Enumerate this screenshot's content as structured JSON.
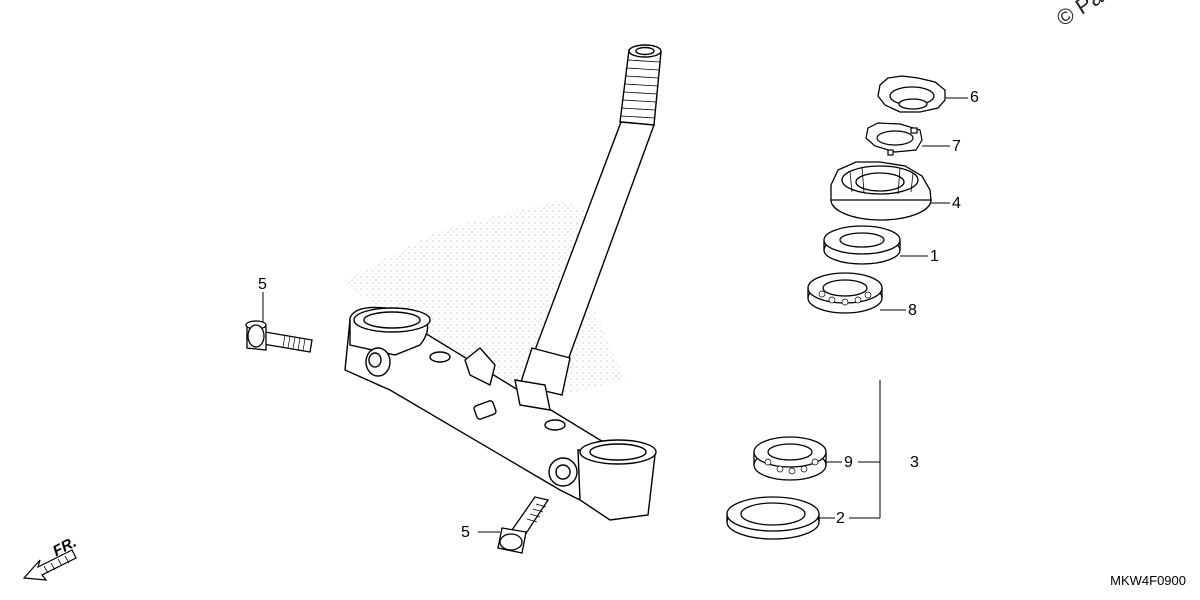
{
  "watermark": "© Partzilla",
  "drawing_code": "MKW4F0900",
  "front_indicator": "FR.",
  "callouts": [
    {
      "id": "callout-6",
      "text": "6"
    },
    {
      "id": "callout-7",
      "text": "7"
    },
    {
      "id": "callout-4",
      "text": "4"
    },
    {
      "id": "callout-1",
      "text": "1"
    },
    {
      "id": "callout-8",
      "text": "8"
    },
    {
      "id": "callout-9",
      "text": "9"
    },
    {
      "id": "callout-2",
      "text": "2"
    },
    {
      "id": "callout-3",
      "text": "3"
    },
    {
      "id": "callout-5-upper",
      "text": "5"
    },
    {
      "id": "callout-5-lower",
      "text": "5"
    }
  ],
  "colors": {
    "line": "#000000",
    "background": "#ffffff",
    "stipple": "#9a9a9a"
  }
}
